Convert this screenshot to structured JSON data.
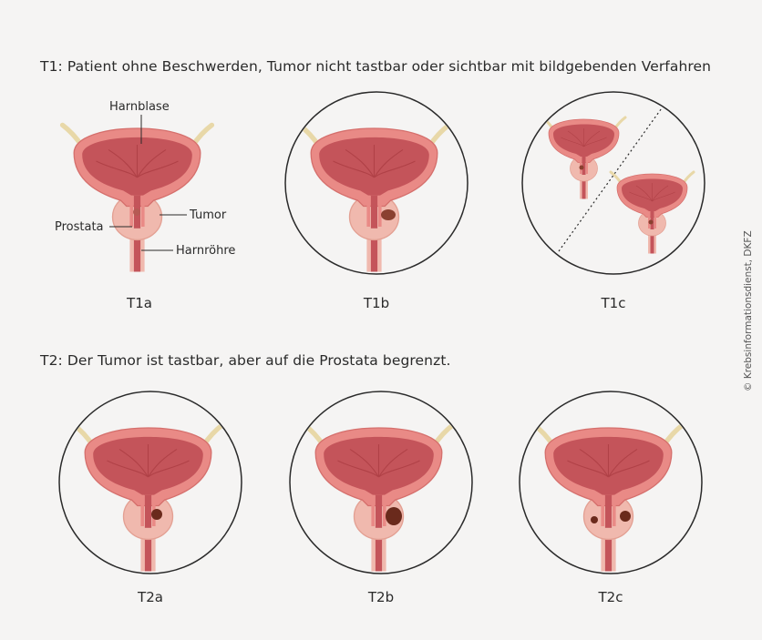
{
  "section_t1": {
    "heading": "T1: Patient ohne Beschwerden, Tumor nicht tastbar oder sichtbar mit bildgebenden Verfahren",
    "stages": [
      {
        "label": "T1a"
      },
      {
        "label": "T1b"
      },
      {
        "label": "T1c"
      }
    ]
  },
  "section_t2": {
    "heading": "T2: Der Tumor ist tastbar, aber auf die Prostata begrenzt.",
    "stages": [
      {
        "label": "T2a"
      },
      {
        "label": "T2b"
      },
      {
        "label": "T2c"
      }
    ]
  },
  "annotations": {
    "harnblase": "Harnblase",
    "tumor": "Tumor",
    "prostata": "Prostata",
    "harnroehre": "Harnröhre"
  },
  "credit": "© Krebsinformationsdienst, DKFZ",
  "colors": {
    "background": "#f5f4f3",
    "bladder_wall": "#e98a86",
    "bladder_inner": "#c4545a",
    "bladder_fold": "#a8393f",
    "prostate": "#f0b9ae",
    "ureter": "#e8d8a8",
    "tumor": "#6a2a1c"
  },
  "icons": [
    "bladder-prostate-illustration"
  ]
}
